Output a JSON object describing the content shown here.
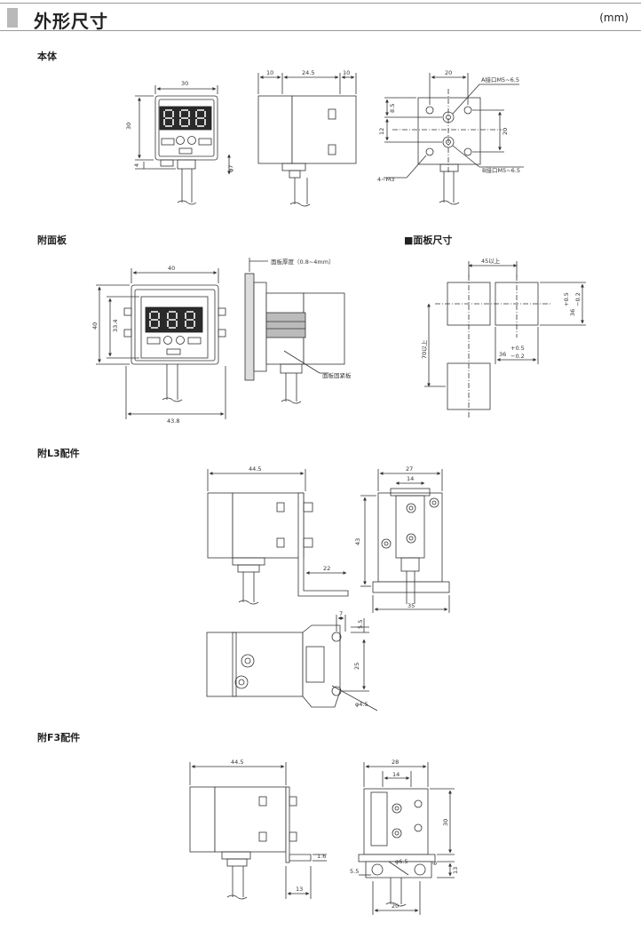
{
  "header": {
    "title": "外形尺寸",
    "unit": "(mm)"
  },
  "sections": {
    "body": "本体",
    "panel": "附面板",
    "panel_cutout": "■面板尺寸",
    "l3": "附L3配件",
    "f3": "附F3配件"
  },
  "body_dims": {
    "front_w": "30",
    "front_h": "30",
    "front_4": "4",
    "front_phi": "φ7",
    "side_10a": "10",
    "side_245": "24.5",
    "side_10b": "10",
    "back_20": "20",
    "back_85": "8.5",
    "back_12": "12",
    "back_20v": "20",
    "port_a": "A接口M5~6.5",
    "port_b": "B接口M5~6.5",
    "screw": "4~M3"
  },
  "panel_dims": {
    "w40": "40",
    "h40": "40",
    "h334": "33.4",
    "w438": "43.8",
    "thickness": "面板厚度（0.8~4mm）",
    "fixing": "面板固紧板",
    "cut_45": "45以上",
    "cut_70": "70以上",
    "cut_36": "36",
    "tol_p": "+0.5",
    "tol_m": "−0.2"
  },
  "l3_dims": {
    "w445": "44.5",
    "d22": "22",
    "w27": "27",
    "w14": "14",
    "h43": "43",
    "w35": "35",
    "d7": "7",
    "d55": "5.5",
    "d25": "25",
    "phi45": "φ4.5"
  },
  "f3_dims": {
    "w445": "44.5",
    "d16": "1.6",
    "d13": "13",
    "w28": "28",
    "w14": "14",
    "h30": "30",
    "d6": "6",
    "d13r": "13",
    "d55": "5.5",
    "phi": "φ6.5",
    "w20": "20"
  }
}
